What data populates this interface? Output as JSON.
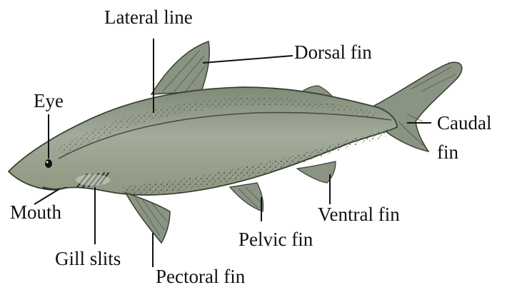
{
  "diagram": {
    "subject": "shark-anatomy",
    "colors": {
      "body": "#9aa392",
      "body_shadow": "#6f7a68",
      "fin": "#8a9482",
      "speckle": "#2f352c",
      "outline": "#3a4036",
      "leader": "#111111"
    },
    "labels": {
      "lateral_line": "Lateral line",
      "dorsal_fin": "Dorsal fin",
      "eye": "Eye",
      "caudal_fin_line1": "Caudal",
      "caudal_fin_line2": "fin",
      "mouth": "Mouth",
      "gill_slits": "Gill slits",
      "pelvic_fin": "Pelvic fin",
      "ventral_fin": "Ventral fin",
      "pectoral_fin": "Pectoral fin"
    }
  }
}
